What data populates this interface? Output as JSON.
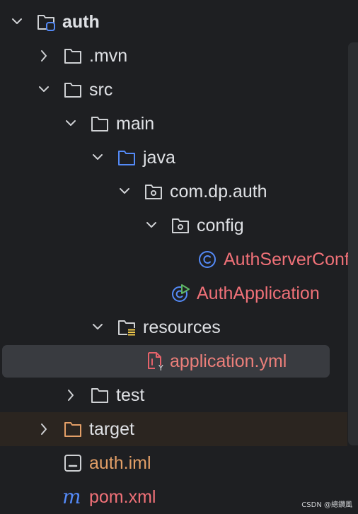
{
  "tree": {
    "items": [
      {
        "label": "auth",
        "icon": "module-folder-icon",
        "expanded": true
      },
      {
        "label": ".mvn",
        "icon": "folder-icon",
        "expanded": false
      },
      {
        "label": "src",
        "icon": "folder-icon",
        "expanded": true
      },
      {
        "label": "main",
        "icon": "folder-icon",
        "expanded": true
      },
      {
        "label": "java",
        "icon": "source-root-folder-icon",
        "expanded": true
      },
      {
        "label": "com.dp.auth",
        "icon": "package-icon",
        "expanded": true
      },
      {
        "label": "config",
        "icon": "package-icon",
        "expanded": true
      },
      {
        "label": "AuthServerConfig",
        "icon": "class-icon"
      },
      {
        "label": "AuthApplication",
        "icon": "spring-boot-class-icon"
      },
      {
        "label": "resources",
        "icon": "resources-folder-icon",
        "expanded": true
      },
      {
        "label": "application.yml",
        "icon": "yaml-file-icon",
        "selected": true
      },
      {
        "label": "test",
        "icon": "folder-icon",
        "expanded": false
      },
      {
        "label": "target",
        "icon": "excluded-folder-icon",
        "expanded": false
      },
      {
        "label": "auth.iml",
        "icon": "iml-file-icon"
      },
      {
        "label": "pom.xml",
        "icon": "maven-icon"
      }
    ]
  },
  "watermark": "CSDN @總鑽風",
  "colors": {
    "background": "#1e1f22",
    "selection": "#393b40",
    "text": "#dfe1e5",
    "modified_red": "#f07178",
    "ignored_orange": "#e39f67",
    "accent_blue": "#548af7"
  }
}
